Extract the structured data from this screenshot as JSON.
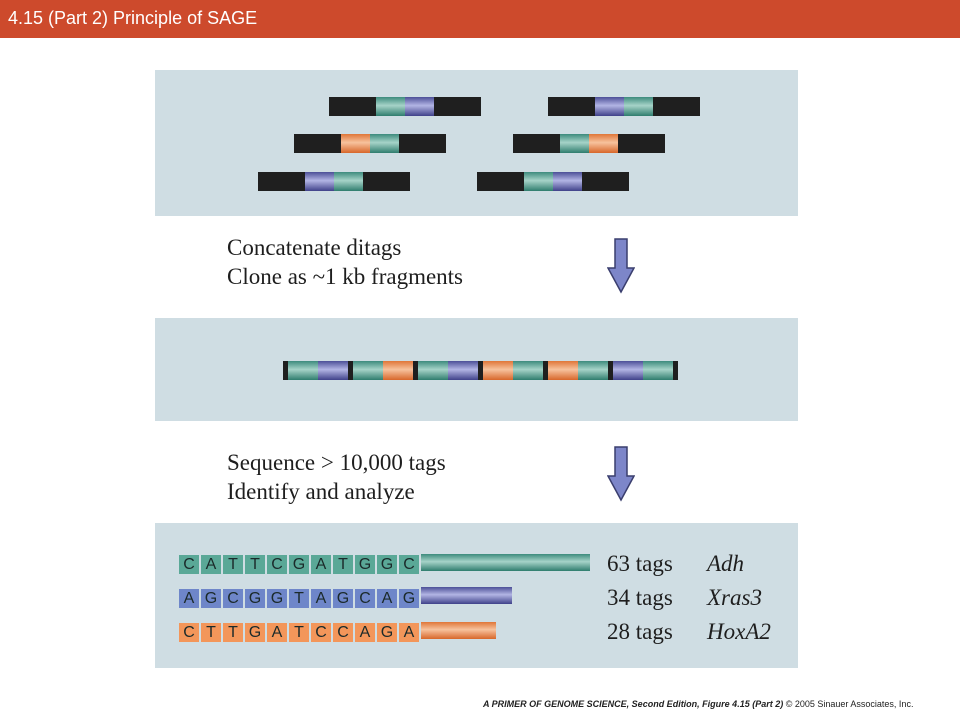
{
  "header": {
    "title": "4.15 (Part 2)  Principle of SAGE",
    "bar_color": "#cd4a2c"
  },
  "colors": {
    "teal": "#3d8b7d",
    "blue": "#4c4f97",
    "orange": "#e07638",
    "linker": "#1f1f1f",
    "panel": "#cfdde3"
  },
  "ditags": [
    [
      "green",
      "blue"
    ],
    [
      "blue",
      "green"
    ],
    [
      "orange",
      "green"
    ],
    [
      "green",
      "orange"
    ],
    [
      "blue",
      "green"
    ],
    [
      "green",
      "blue"
    ]
  ],
  "steps": [
    {
      "line1": "Concatenate ditags",
      "line2": "Clone as ~1 kb fragments"
    },
    {
      "line1": "Sequence > 10,000 tags",
      "line2": "Identify and analyze"
    }
  ],
  "concatemer": [
    "green",
    "blue",
    "green",
    "orange",
    "green",
    "blue",
    "orange",
    "green",
    "orange",
    "green",
    "blue",
    "green"
  ],
  "tags": [
    {
      "sequence": [
        "C",
        "A",
        "T",
        "T",
        "C",
        "G",
        "A",
        "T",
        "G",
        "G",
        "C"
      ],
      "color": "green",
      "count": 63,
      "count_label": "63 tags",
      "gene": "Adh"
    },
    {
      "sequence": [
        "A",
        "G",
        "C",
        "G",
        "G",
        "T",
        "A",
        "G",
        "C",
        "A",
        "G"
      ],
      "color": "blue",
      "count": 34,
      "count_label": "34 tags",
      "gene": "Xras3"
    },
    {
      "sequence": [
        "C",
        "T",
        "T",
        "G",
        "A",
        "T",
        "C",
        "C",
        "A",
        "G",
        "A"
      ],
      "color": "orange",
      "count": 28,
      "count_label": "28 tags",
      "gene": "HoxA2"
    }
  ],
  "footer": {
    "book": "A PRIMER OF GENOME SCIENCE, Second Edition, Figure 4.15 (Part 2)",
    "copyright": "© 2005 Sinauer Associates, Inc."
  }
}
